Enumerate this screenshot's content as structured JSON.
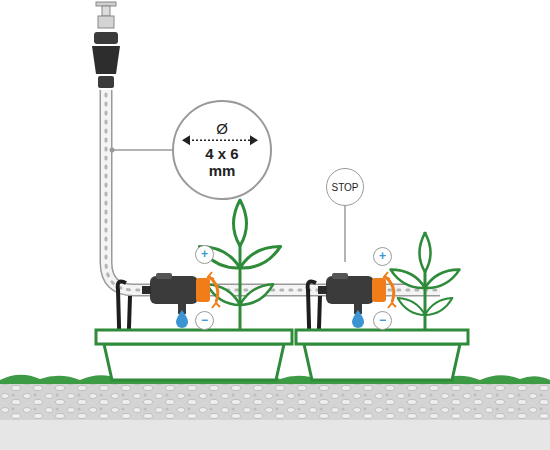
{
  "diagram": {
    "nodes": [
      {
        "text": [
          "Ø",
          "4 x 6 mm"
        ]
      },
      {
        "text": [
          "STOP"
        ]
      },
      {
        "text": [
          "+"
        ]
      },
      {
        "text": [
          "−"
        ]
      },
      {
        "text": [
          "+"
        ]
      },
      {
        "text": [
          "−"
        ]
      }
    ]
  }
}
